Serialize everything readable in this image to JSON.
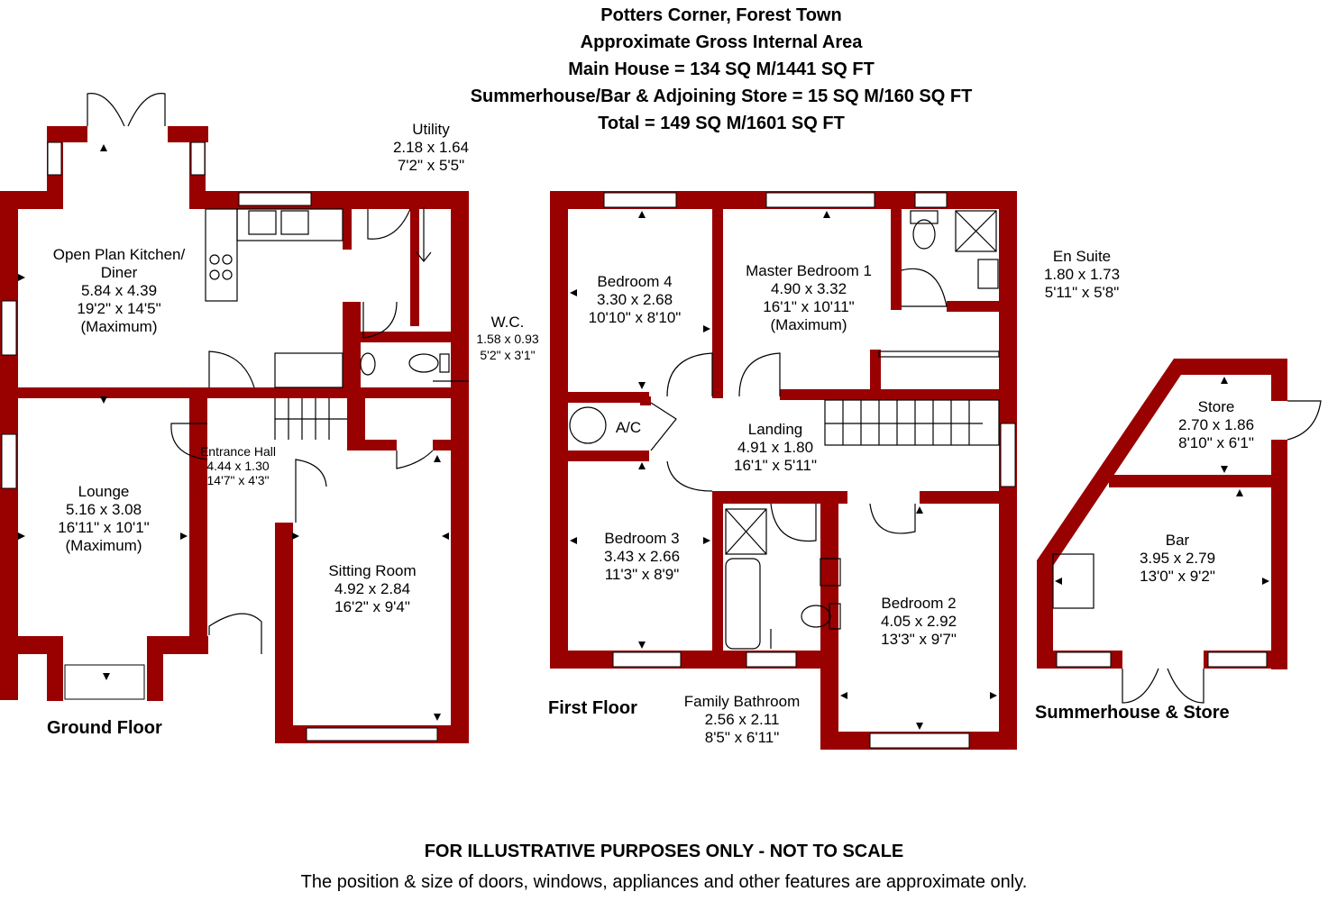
{
  "header": {
    "line1": "Potters Corner, Forest Town",
    "line2": "Approximate Gross Internal Area",
    "line3": "Main House = 134 SQ M/1441 SQ FT",
    "line4": "Summerhouse/Bar & Adjoining Store = 15 SQ M/160 SQ FT",
    "line5": "Total = 149 SQ M/1601 SQ FT"
  },
  "floors": {
    "ground": "Ground Floor",
    "first": "First Floor",
    "summer": "Summerhouse & Store"
  },
  "rooms": {
    "kitchen": {
      "l1": "Open Plan Kitchen/",
      "l2": "Diner",
      "l3": "5.84 x 4.39",
      "l4": "19'2\" x 14'5\"",
      "l5": "(Maximum)"
    },
    "utility": {
      "l1": "Utility",
      "l2": "2.18 x 1.64",
      "l3": "7'2\" x 5'5\""
    },
    "wc": {
      "l1": "W.C.",
      "l2": "1.58 x 0.93",
      "l3": "5'2\" x 3'1\""
    },
    "entrance": {
      "l1": "Entrance Hall",
      "l2": "4.44 x 1.30",
      "l3": "14'7\" x 4'3\""
    },
    "lounge": {
      "l1": "Lounge",
      "l2": "5.16 x 3.08",
      "l3": "16'11\" x 10'1\"",
      "l4": "(Maximum)"
    },
    "sitting": {
      "l1": "Sitting Room",
      "l2": "4.92 x 2.84",
      "l3": "16'2\" x 9'4\""
    },
    "bed4": {
      "l1": "Bedroom 4",
      "l2": "3.30 x 2.68",
      "l3": "10'10\" x 8'10\""
    },
    "master": {
      "l1": "Master Bedroom 1",
      "l2": "4.90 x 3.32",
      "l3": "16'1\" x 10'11\"",
      "l4": "(Maximum)"
    },
    "ensuite": {
      "l1": "En Suite",
      "l2": "1.80 x 1.73",
      "l3": "5'11\" x 5'8\""
    },
    "ac": {
      "l1": "A/C"
    },
    "landing": {
      "l1": "Landing",
      "l2": "4.91 x 1.80",
      "l3": "16'1\" x 5'11\""
    },
    "bed3": {
      "l1": "Bedroom 3",
      "l2": "3.43 x 2.66",
      "l3": "11'3\" x 8'9\""
    },
    "bed2": {
      "l1": "Bedroom 2",
      "l2": "4.05 x 2.92",
      "l3": "13'3\" x 9'7\""
    },
    "bathroom": {
      "l1": "Family Bathroom",
      "l2": "2.56 x 2.11",
      "l3": "8'5\" x 6'11\""
    },
    "store": {
      "l1": "Store",
      "l2": "2.70 x 1.86",
      "l3": "8'10\" x 6'1\""
    },
    "bar": {
      "l1": "Bar",
      "l2": "3.95 x 2.79",
      "l3": "13'0\" x 9'2\""
    }
  },
  "footer": {
    "disclaimer": "FOR ILLUSTRATIVE PURPOSES ONLY - NOT TO SCALE",
    "note": "The position & size of doors, windows, appliances and other features are approximate only."
  },
  "colors": {
    "wall": "#990000",
    "window": "#ffffff"
  }
}
